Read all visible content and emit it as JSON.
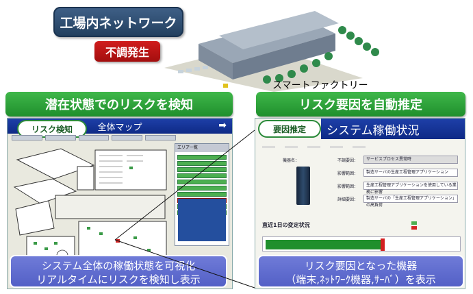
{
  "scene": {
    "network_callout": "工場内ネットワーク",
    "fault_callout": "不調発生",
    "smart_factory_label": "スマートファクトリー"
  },
  "left_section": {
    "header": "潜在状態でのリスクを検知",
    "badge": "リスク検知",
    "window_title": "全体マップ",
    "footer_line1": "システム全体の稼働状態を可視化",
    "footer_line2": "リアルタイムにリスクを検知し表示",
    "area_panel_title": "エリア一覧",
    "area_rows_total": 10,
    "area_alert_row": 7
  },
  "right_section": {
    "header": "リスク要因を自動推定",
    "badge": "要因推定",
    "window_title": "システム稼働状況",
    "server_label": "機器名：",
    "details": [
      {
        "key": "不調要因：",
        "value": "サービスプロセス異常時"
      },
      {
        "key": "影響範囲：",
        "value": "製造サーバの生産工程管理アプリケーション"
      },
      {
        "key": "影響範囲：",
        "value": "生産工程管理アプリケーションを使用している業務に影響"
      },
      {
        "key": "詳細要因：",
        "value": "製造サーバの「生産工程管理アプリケーション」の高負荷"
      }
    ],
    "trend_title": "直近1日の変定状況",
    "footer_line1": "リスク要因となった機器",
    "footer_line2": "（端末,ﾈｯﾄﾜｰｸ機器,ｻｰﾊﾞ）を表示"
  },
  "colors": {
    "green_header": "#2aa236",
    "blue_window": "#15339a",
    "footer_blue": "#6270d0",
    "alert_red": "#d32424",
    "ok_green": "#4caf50"
  }
}
